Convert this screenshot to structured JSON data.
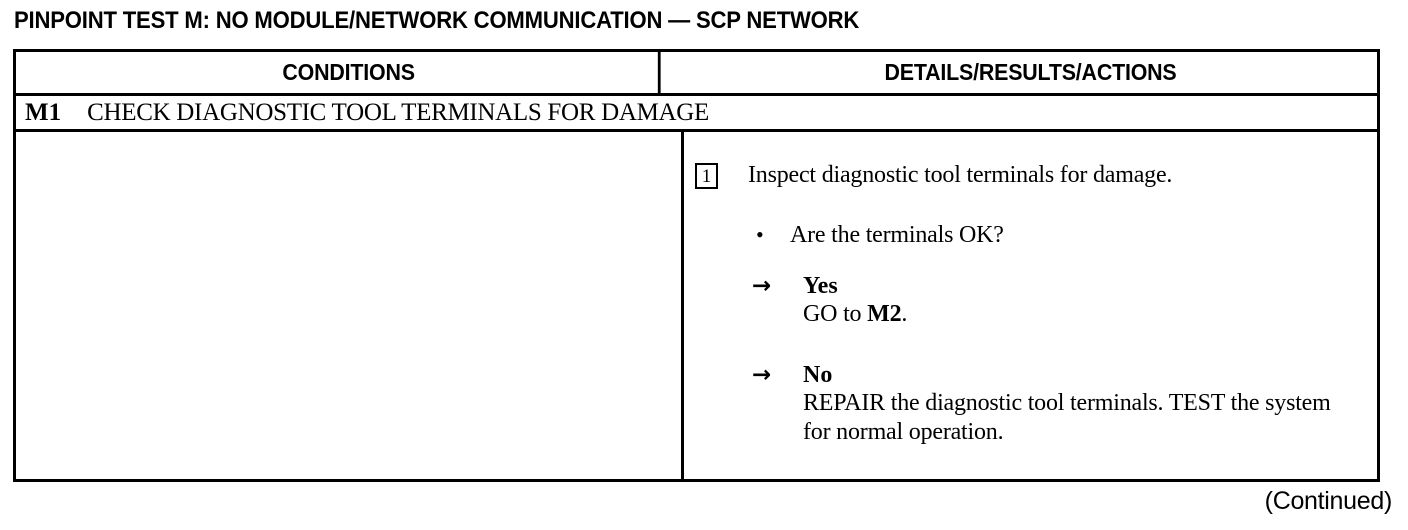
{
  "document": {
    "title": "PINPOINT TEST M: NO MODULE/NETWORK COMMUNICATION — SCP NETWORK",
    "continued_note": "(Continued)"
  },
  "table": {
    "headers": {
      "conditions": "CONDITIONS",
      "details": "DETAILS/RESULTS/ACTIONS"
    },
    "step": {
      "code": "M1",
      "label": "CHECK DIAGNOSTIC TOOL TERMINALS FOR DAMAGE"
    },
    "conditions_cell": {
      "text": ""
    },
    "details_cell": {
      "step_number": "1",
      "step_instruction": "Inspect diagnostic tool terminals for damage.",
      "bullet_glyph": "•",
      "question": "Are the terminals OK?",
      "arrow_glyph": "→",
      "branches": [
        {
          "answer": "Yes",
          "action_prefix": "GO to ",
          "action_emphasis": "M2",
          "action_suffix": "."
        },
        {
          "answer": "No",
          "action_prefix": "REPAIR the diagnostic tool terminals. TEST the system for normal operation.",
          "action_emphasis": "",
          "action_suffix": ""
        }
      ]
    }
  }
}
